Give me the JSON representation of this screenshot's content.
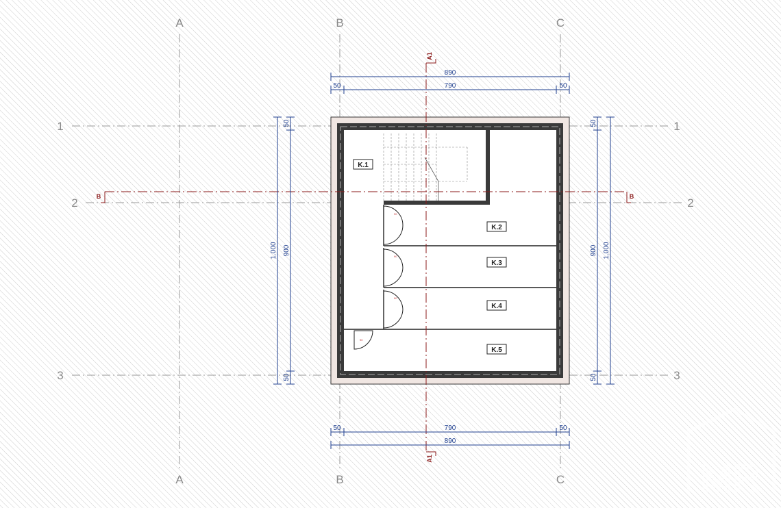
{
  "grid": {
    "columns": [
      "A",
      "B",
      "C"
    ],
    "rows": [
      "1",
      "2",
      "3"
    ]
  },
  "dimensions": {
    "top_total": "890",
    "top_side_left": "50",
    "top_middle": "790",
    "top_side_right": "50",
    "bottom_side_left": "50",
    "bottom_middle": "790",
    "bottom_side_right": "50",
    "bottom_total": "890",
    "left_total": "1.000",
    "left_middle": "900",
    "left_side_top": "50",
    "left_side_bottom": "50",
    "right_total": "1.000",
    "right_middle": "900",
    "right_side_top": "50",
    "right_side_bottom": "50"
  },
  "rooms": [
    "K.1",
    "K.2",
    "K.3",
    "K.4",
    "K.5"
  ],
  "sections": {
    "a1_top": "A1",
    "a1_bottom": "A1",
    "b_left": "B",
    "b_right": "B"
  },
  "doors": [
    "90",
    "90",
    "90",
    "90"
  ],
  "logo": "MR",
  "colors": {
    "wall": "#3a3a3a",
    "dimension": "#1f3f8f",
    "section": "#8b1a1a",
    "grid": "#8a8a8a"
  }
}
